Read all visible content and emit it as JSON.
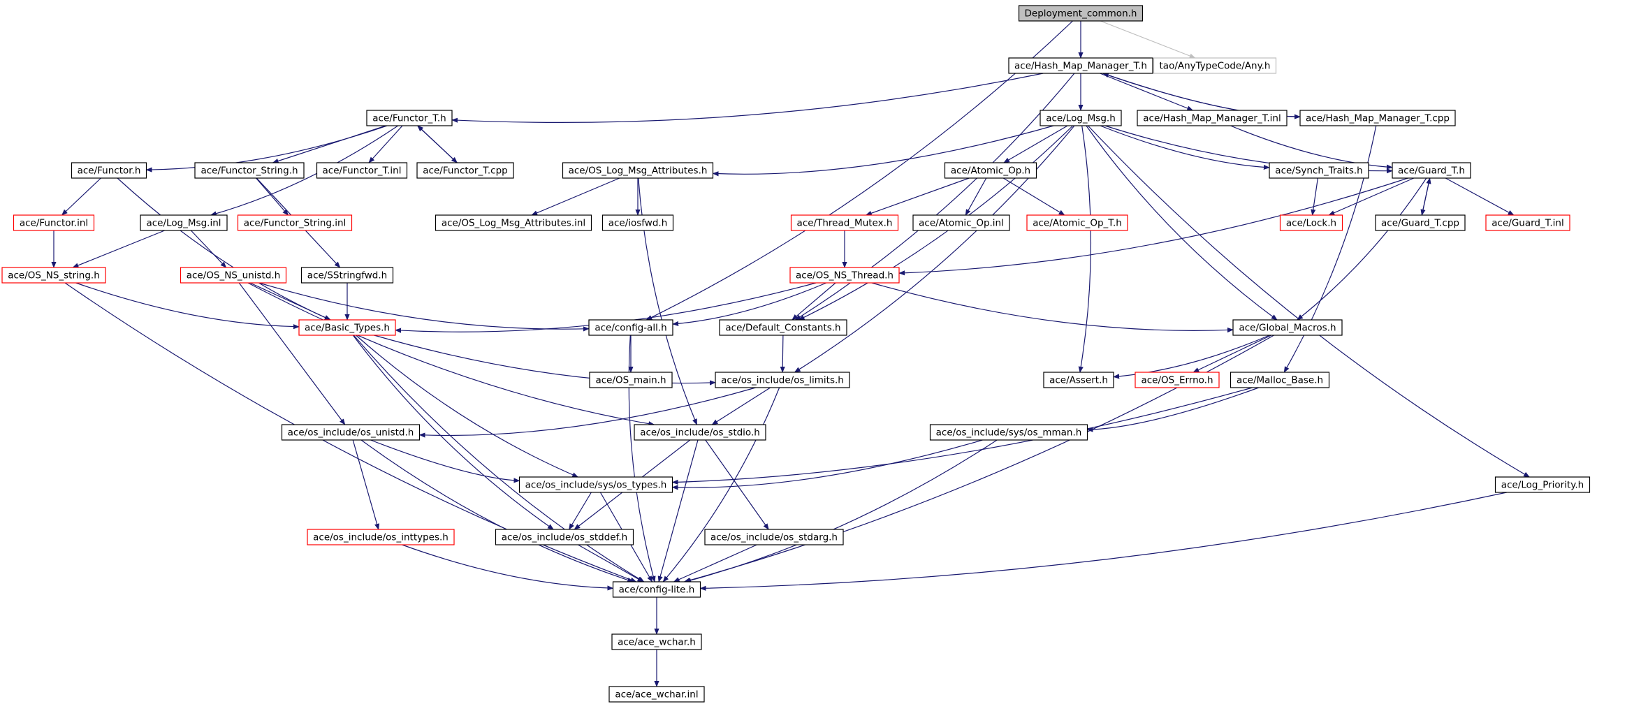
{
  "colors": {
    "edge": "#191970",
    "edge_light": "#bfbfbf",
    "node_border": "#000000",
    "node_border_truncated": "#ff0000",
    "node_border_external": "#bfbfbf",
    "root_fill": "#bfbfbf",
    "node_fill": "#ffffff",
    "text": "#000000"
  },
  "nodes": [
    {
      "id": "deployment_common",
      "label": "Deployment_common.h",
      "kind": "root"
    },
    {
      "id": "hash_map_manager_t_h",
      "label": "ace/Hash_Map_Manager_T.h",
      "kind": "normal"
    },
    {
      "id": "any_h",
      "label": "tao/AnyTypeCode/Any.h",
      "kind": "external"
    },
    {
      "id": "functor_t_h",
      "label": "ace/Functor_T.h",
      "kind": "normal"
    },
    {
      "id": "log_msg_h",
      "label": "ace/Log_Msg.h",
      "kind": "normal"
    },
    {
      "id": "hash_map_manager_t_inl",
      "label": "ace/Hash_Map_Manager_T.inl",
      "kind": "normal"
    },
    {
      "id": "hash_map_manager_t_cpp",
      "label": "ace/Hash_Map_Manager_T.cpp",
      "kind": "normal"
    },
    {
      "id": "functor_h",
      "label": "ace/Functor.h",
      "kind": "normal"
    },
    {
      "id": "functor_string_h",
      "label": "ace/Functor_String.h",
      "kind": "normal"
    },
    {
      "id": "functor_t_inl",
      "label": "ace/Functor_T.inl",
      "kind": "normal"
    },
    {
      "id": "functor_t_cpp",
      "label": "ace/Functor_T.cpp",
      "kind": "normal"
    },
    {
      "id": "os_log_msg_attributes_h",
      "label": "ace/OS_Log_Msg_Attributes.h",
      "kind": "normal"
    },
    {
      "id": "atomic_op_h",
      "label": "ace/Atomic_Op.h",
      "kind": "normal"
    },
    {
      "id": "synch_traits_h",
      "label": "ace/Synch_Traits.h",
      "kind": "normal"
    },
    {
      "id": "guard_t_h",
      "label": "ace/Guard_T.h",
      "kind": "normal"
    },
    {
      "id": "functor_inl",
      "label": "ace/Functor.inl",
      "kind": "truncated"
    },
    {
      "id": "log_msg_inl",
      "label": "ace/Log_Msg.inl",
      "kind": "normal"
    },
    {
      "id": "functor_string_inl",
      "label": "ace/Functor_String.inl",
      "kind": "truncated"
    },
    {
      "id": "os_log_msg_attributes_inl",
      "label": "ace/OS_Log_Msg_Attributes.inl",
      "kind": "normal"
    },
    {
      "id": "iosfwd_h",
      "label": "ace/iosfwd.h",
      "kind": "normal"
    },
    {
      "id": "thread_mutex_h",
      "label": "ace/Thread_Mutex.h",
      "kind": "truncated"
    },
    {
      "id": "atomic_op_inl",
      "label": "ace/Atomic_Op.inl",
      "kind": "normal"
    },
    {
      "id": "atomic_op_t_h",
      "label": "ace/Atomic_Op_T.h",
      "kind": "truncated"
    },
    {
      "id": "lock_h",
      "label": "ace/Lock.h",
      "kind": "truncated"
    },
    {
      "id": "guard_t_cpp",
      "label": "ace/Guard_T.cpp",
      "kind": "normal"
    },
    {
      "id": "guard_t_inl",
      "label": "ace/Guard_T.inl",
      "kind": "truncated"
    },
    {
      "id": "os_ns_string_h",
      "label": "ace/OS_NS_string.h",
      "kind": "truncated"
    },
    {
      "id": "os_ns_unistd_h",
      "label": "ace/OS_NS_unistd.h",
      "kind": "truncated"
    },
    {
      "id": "sstringfwd_h",
      "label": "ace/SStringfwd.h",
      "kind": "normal"
    },
    {
      "id": "os_ns_thread_h",
      "label": "ace/OS_NS_Thread.h",
      "kind": "truncated"
    },
    {
      "id": "basic_types_h",
      "label": "ace/Basic_Types.h",
      "kind": "truncated"
    },
    {
      "id": "config_all_h",
      "label": "ace/config-all.h",
      "kind": "normal"
    },
    {
      "id": "default_constants_h",
      "label": "ace/Default_Constants.h",
      "kind": "normal"
    },
    {
      "id": "global_macros_h",
      "label": "ace/Global_Macros.h",
      "kind": "normal"
    },
    {
      "id": "os_main_h",
      "label": "ace/OS_main.h",
      "kind": "normal"
    },
    {
      "id": "os_limits_h",
      "label": "ace/os_include/os_limits.h",
      "kind": "normal"
    },
    {
      "id": "assert_h",
      "label": "ace/Assert.h",
      "kind": "normal"
    },
    {
      "id": "os_errno_h",
      "label": "ace/OS_Errno.h",
      "kind": "truncated"
    },
    {
      "id": "malloc_base_h",
      "label": "ace/Malloc_Base.h",
      "kind": "normal"
    },
    {
      "id": "os_unistd_h",
      "label": "ace/os_include/os_unistd.h",
      "kind": "normal"
    },
    {
      "id": "os_stdio_h",
      "label": "ace/os_include/os_stdio.h",
      "kind": "normal"
    },
    {
      "id": "os_mman_h",
      "label": "ace/os_include/sys/os_mman.h",
      "kind": "normal"
    },
    {
      "id": "os_types_h",
      "label": "ace/os_include/sys/os_types.h",
      "kind": "normal"
    },
    {
      "id": "log_priority_h",
      "label": "ace/Log_Priority.h",
      "kind": "normal"
    },
    {
      "id": "os_inttypes_h",
      "label": "ace/os_include/os_inttypes.h",
      "kind": "truncated"
    },
    {
      "id": "os_stddef_h",
      "label": "ace/os_include/os_stddef.h",
      "kind": "normal"
    },
    {
      "id": "os_stdarg_h",
      "label": "ace/os_include/os_stdarg.h",
      "kind": "normal"
    },
    {
      "id": "config_lite_h",
      "label": "ace/config-lite.h",
      "kind": "normal"
    },
    {
      "id": "ace_wchar_h",
      "label": "ace/ace_wchar.h",
      "kind": "normal"
    },
    {
      "id": "ace_wchar_inl",
      "label": "ace/ace_wchar.inl",
      "kind": "normal"
    }
  ],
  "edges": [
    {
      "from": "deployment_common",
      "to": "hash_map_manager_t_h"
    },
    {
      "from": "deployment_common",
      "to": "any_h",
      "style": "light"
    },
    {
      "from": "deployment_common",
      "to": "config_all_h"
    },
    {
      "from": "hash_map_manager_t_h",
      "to": "functor_t_h"
    },
    {
      "from": "hash_map_manager_t_h",
      "to": "log_msg_h"
    },
    {
      "from": "hash_map_manager_t_h",
      "to": "hash_map_manager_t_inl"
    },
    {
      "from": "hash_map_manager_t_h",
      "to": "hash_map_manager_t_cpp"
    },
    {
      "from": "hash_map_manager_t_h",
      "to": "default_constants_h"
    },
    {
      "from": "hash_map_manager_t_cpp",
      "to": "hash_map_manager_t_h"
    },
    {
      "from": "hash_map_manager_t_cpp",
      "to": "malloc_base_h"
    },
    {
      "from": "hash_map_manager_t_inl",
      "to": "guard_t_h"
    },
    {
      "from": "functor_t_h",
      "to": "functor_h"
    },
    {
      "from": "functor_t_h",
      "to": "functor_string_h"
    },
    {
      "from": "functor_t_h",
      "to": "functor_t_inl"
    },
    {
      "from": "functor_t_h",
      "to": "functor_t_cpp"
    },
    {
      "from": "functor_t_h",
      "to": "log_msg_inl"
    },
    {
      "from": "functor_t_cpp",
      "to": "functor_t_h"
    },
    {
      "from": "functor_h",
      "to": "functor_inl"
    },
    {
      "from": "functor_h",
      "to": "basic_types_h"
    },
    {
      "from": "functor_inl",
      "to": "os_ns_string_h"
    },
    {
      "from": "functor_string_h",
      "to": "functor_string_inl"
    },
    {
      "from": "functor_string_h",
      "to": "sstringfwd_h"
    },
    {
      "from": "sstringfwd_h",
      "to": "basic_types_h"
    },
    {
      "from": "log_msg_h",
      "to": "os_log_msg_attributes_h"
    },
    {
      "from": "log_msg_h",
      "to": "atomic_op_h"
    },
    {
      "from": "log_msg_h",
      "to": "synch_traits_h"
    },
    {
      "from": "log_msg_h",
      "to": "guard_t_h"
    },
    {
      "from": "log_msg_h",
      "to": "log_priority_h"
    },
    {
      "from": "log_msg_h",
      "to": "default_constants_h"
    },
    {
      "from": "log_msg_h",
      "to": "global_macros_h"
    },
    {
      "from": "log_msg_h",
      "to": "assert_h"
    },
    {
      "from": "log_msg_h",
      "to": "os_limits_h"
    },
    {
      "from": "log_msg_inl",
      "to": "os_ns_string_h"
    },
    {
      "from": "log_msg_inl",
      "to": "os_ns_unistd_h"
    },
    {
      "from": "os_log_msg_attributes_h",
      "to": "os_log_msg_attributes_inl"
    },
    {
      "from": "os_log_msg_attributes_h",
      "to": "iosfwd_h"
    },
    {
      "from": "os_log_msg_attributes_h",
      "to": "os_stdio_h"
    },
    {
      "from": "atomic_op_h",
      "to": "thread_mutex_h"
    },
    {
      "from": "atomic_op_h",
      "to": "atomic_op_inl"
    },
    {
      "from": "atomic_op_h",
      "to": "atomic_op_t_h"
    },
    {
      "from": "thread_mutex_h",
      "to": "os_ns_thread_h"
    },
    {
      "from": "synch_traits_h",
      "to": "lock_h"
    },
    {
      "from": "guard_t_h",
      "to": "lock_h"
    },
    {
      "from": "guard_t_h",
      "to": "guard_t_cpp"
    },
    {
      "from": "guard_t_h",
      "to": "guard_t_inl"
    },
    {
      "from": "guard_t_h",
      "to": "os_ns_thread_h"
    },
    {
      "from": "guard_t_h",
      "to": "global_macros_h"
    },
    {
      "from": "guard_t_cpp",
      "to": "guard_t_h"
    },
    {
      "from": "os_ns_string_h",
      "to": "basic_types_h"
    },
    {
      "from": "os_ns_string_h",
      "to": "config_lite_h"
    },
    {
      "from": "os_ns_unistd_h",
      "to": "basic_types_h"
    },
    {
      "from": "os_ns_unistd_h",
      "to": "config_all_h"
    },
    {
      "from": "os_ns_unistd_h",
      "to": "os_unistd_h"
    },
    {
      "from": "os_ns_unistd_h",
      "to": "os_stdio_h"
    },
    {
      "from": "os_ns_thread_h",
      "to": "basic_types_h"
    },
    {
      "from": "os_ns_thread_h",
      "to": "config_all_h"
    },
    {
      "from": "os_ns_thread_h",
      "to": "default_constants_h"
    },
    {
      "from": "os_ns_thread_h",
      "to": "global_macros_h"
    },
    {
      "from": "basic_types_h",
      "to": "os_limits_h"
    },
    {
      "from": "basic_types_h",
      "to": "os_types_h"
    },
    {
      "from": "basic_types_h",
      "to": "os_stddef_h"
    },
    {
      "from": "basic_types_h",
      "to": "config_lite_h"
    },
    {
      "from": "config_all_h",
      "to": "os_main_h"
    },
    {
      "from": "config_all_h",
      "to": "config_lite_h"
    },
    {
      "from": "default_constants_h",
      "to": "os_limits_h"
    },
    {
      "from": "global_macros_h",
      "to": "assert_h"
    },
    {
      "from": "global_macros_h",
      "to": "os_errno_h"
    },
    {
      "from": "global_macros_h",
      "to": "config_lite_h"
    },
    {
      "from": "malloc_base_h",
      "to": "os_mman_h"
    },
    {
      "from": "malloc_base_h",
      "to": "os_types_h"
    },
    {
      "from": "os_limits_h",
      "to": "os_unistd_h"
    },
    {
      "from": "os_limits_h",
      "to": "os_stdio_h"
    },
    {
      "from": "os_limits_h",
      "to": "config_lite_h"
    },
    {
      "from": "os_unistd_h",
      "to": "os_types_h"
    },
    {
      "from": "os_unistd_h",
      "to": "os_inttypes_h"
    },
    {
      "from": "os_unistd_h",
      "to": "config_lite_h"
    },
    {
      "from": "os_stdio_h",
      "to": "os_stdarg_h"
    },
    {
      "from": "os_stdio_h",
      "to": "os_stddef_h"
    },
    {
      "from": "os_stdio_h",
      "to": "config_lite_h"
    },
    {
      "from": "os_mman_h",
      "to": "os_types_h"
    },
    {
      "from": "os_mman_h",
      "to": "config_lite_h"
    },
    {
      "from": "os_types_h",
      "to": "os_stddef_h"
    },
    {
      "from": "os_types_h",
      "to": "config_lite_h"
    },
    {
      "from": "os_inttypes_h",
      "to": "config_lite_h"
    },
    {
      "from": "os_stddef_h",
      "to": "config_lite_h"
    },
    {
      "from": "os_stdarg_h",
      "to": "config_lite_h"
    },
    {
      "from": "log_priority_h",
      "to": "config_lite_h"
    },
    {
      "from": "config_lite_h",
      "to": "ace_wchar_h"
    },
    {
      "from": "ace_wchar_h",
      "to": "ace_wchar_inl"
    }
  ]
}
